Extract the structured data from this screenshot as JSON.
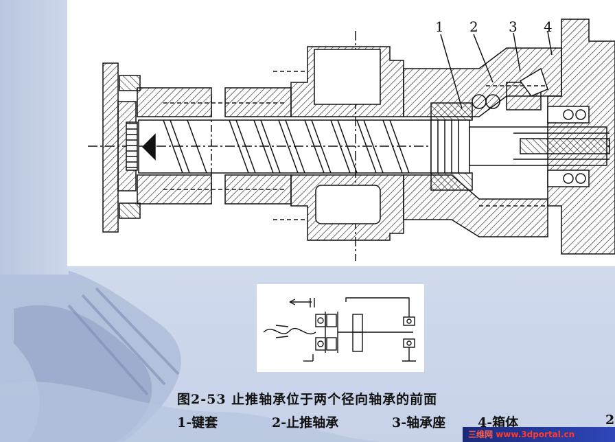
{
  "part_labels": [
    "1",
    "2",
    "3",
    "4"
  ],
  "caption": "图2-53  止推轴承位于两个径向轴承的前面",
  "legend": {
    "item1": "1-键套",
    "item2": "2-止推轴承",
    "item3": "3-轴承座",
    "item4": "4-箱体"
  },
  "overflow_mark": "2",
  "watermark": {
    "logo": "三维网",
    "url": "www.3dportal.cn"
  },
  "colors": {
    "background": "#c7d2e8",
    "panel": "#ffffff",
    "line": "#111111",
    "watermark_bg": "#2436a0",
    "watermark_text": "#ff3b30"
  }
}
